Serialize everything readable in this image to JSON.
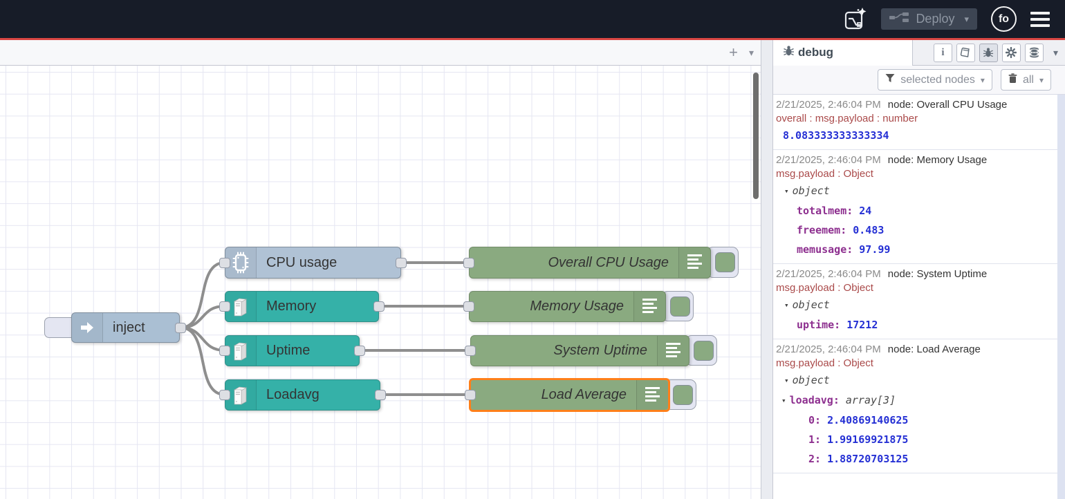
{
  "glyphs": {
    "plus": "+",
    "caret_down": "▾",
    "info": "i"
  },
  "header": {
    "deploy_label": "Deploy",
    "avatar_initials": "fo"
  },
  "canvas": {
    "nodes": [
      {
        "id": "inject",
        "label": "inject",
        "color": "#aabfd3"
      },
      {
        "id": "cpu-usage",
        "label": "CPU usage",
        "color": "#b0c2d5"
      },
      {
        "id": "memory",
        "label": "Memory",
        "color": "#35b1a8"
      },
      {
        "id": "uptime",
        "label": "Uptime",
        "color": "#35b1a8"
      },
      {
        "id": "loadavg",
        "label": "Loadavg",
        "color": "#35b1a8"
      },
      {
        "id": "overall-cpu-usage",
        "label": "Overall CPU Usage",
        "color": "#8aaa80"
      },
      {
        "id": "memory-usage",
        "label": "Memory Usage",
        "color": "#8aaa80"
      },
      {
        "id": "system-uptime",
        "label": "System Uptime",
        "color": "#8aaa80"
      },
      {
        "id": "load-average",
        "label": "Load Average",
        "color": "#8aaa80",
        "selected": true
      }
    ],
    "wire_color": "#8e8e8e",
    "selection_color": "#ff7f1a"
  },
  "sidebar": {
    "tab_label": "debug",
    "filter_label": "selected nodes",
    "clear_label": "all",
    "messages": [
      {
        "timestamp": "2/21/2025, 2:46:04 PM",
        "node": "node: Overall CPU Usage",
        "meta": "overall : msg.payload : number",
        "value": "8.083333333333334"
      },
      {
        "timestamp": "2/21/2025, 2:46:04 PM",
        "node": "node: Memory Usage",
        "meta": "msg.payload : Object",
        "expand_label": "object",
        "rows": [
          {
            "key": "totalmem:",
            "value": "24"
          },
          {
            "key": "freemem:",
            "value": "0.483"
          },
          {
            "key": "memusage:",
            "value": "97.99"
          }
        ]
      },
      {
        "timestamp": "2/21/2025, 2:46:04 PM",
        "node": "node: System Uptime",
        "meta": "msg.payload : Object",
        "expand_label": "object",
        "rows": [
          {
            "key": "uptime:",
            "value": "17212"
          }
        ]
      },
      {
        "timestamp": "2/21/2025, 2:46:04 PM",
        "node": "node: Load Average",
        "meta": "msg.payload : Object",
        "expand_label": "object",
        "array_key": "loadavg:",
        "array_type": "array[3]",
        "rows": [
          {
            "key": "0:",
            "value": "2.40869140625"
          },
          {
            "key": "1:",
            "value": "1.99169921875"
          },
          {
            "key": "2:",
            "value": "1.88720703125"
          }
        ]
      }
    ]
  },
  "colors": {
    "header_bg": "#171c28",
    "accent_red": "#d94643",
    "debug_timestamp": "#8a8a8a",
    "debug_meta": "#aa4a4a",
    "debug_key": "#8d2f8f",
    "debug_value": "#2530d4",
    "grid_line": "#e5e6f2"
  }
}
